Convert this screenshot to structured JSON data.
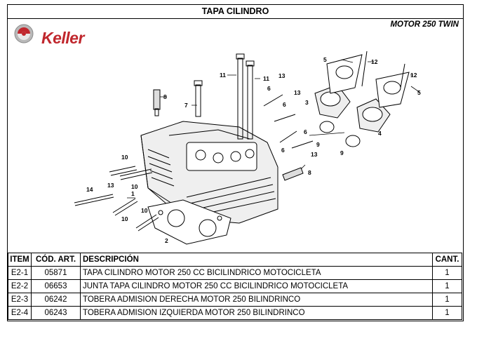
{
  "title": "TAPA CILINDRO",
  "brand": "Keller",
  "motor": "MOTOR 250 TWIN",
  "diagram_labels": [
    "1",
    "2",
    "3",
    "4",
    "5",
    "5",
    "6",
    "6",
    "6",
    "6",
    "7",
    "8",
    "8",
    "9",
    "9",
    "10",
    "10",
    "10",
    "10",
    "11",
    "11",
    "12",
    "12",
    "13",
    "13",
    "13",
    "13",
    "14"
  ],
  "table": {
    "headers": {
      "item": "ITEM",
      "code": "CÓD. ART.",
      "desc": "DESCRIPCIÓN",
      "qty": "CANT."
    },
    "rows": [
      {
        "item": "E2-1",
        "code": "05871",
        "desc": "TAPA CILINDRO MOTOR 250 CC BICILINDRICO MOTOCICLETA",
        "qty": "1"
      },
      {
        "item": "E2-2",
        "code": "06653",
        "desc": "JUNTA TAPA CILINDRO MOTOR 250 CC BICILINDRICO MOTOCICLETA",
        "qty": "1"
      },
      {
        "item": "E2-3",
        "code": "06242",
        "desc": "TOBERA ADMISION DERECHA MOTOR 250 BILINDRINCO",
        "qty": "1"
      },
      {
        "item": "E2-4",
        "code": "06243",
        "desc": "TOBERA ADMISION IZQUIERDA MOTOR 250 BILINDRINCO",
        "qty": "1"
      }
    ]
  }
}
